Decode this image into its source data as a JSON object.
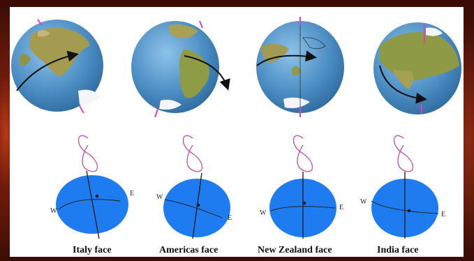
{
  "faces": [
    {
      "label": "Italy face",
      "west": "W",
      "east": "E"
    },
    {
      "label": "Americas face",
      "west": "W",
      "east": "E"
    },
    {
      "label": "New Zealand face",
      "west": "W",
      "east": "E"
    },
    {
      "label": "India face",
      "west": "W",
      "east": "E"
    }
  ],
  "colors": {
    "ocean": "#4e8fc4",
    "land": "#9b9a4d",
    "ice": "#f3f5f8",
    "disk": "#1f7cf0",
    "axis": "#e040c0",
    "analemma": "#c84da6",
    "frame": "#6e1a0a"
  }
}
